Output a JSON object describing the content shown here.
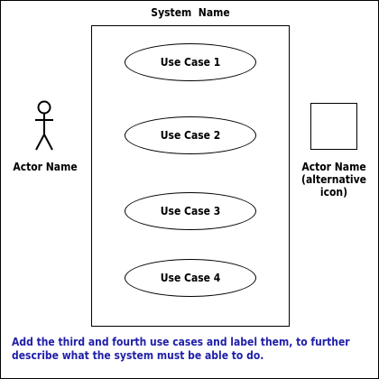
{
  "system": {
    "title": "System  Name"
  },
  "use_cases": [
    {
      "label": "Use Case 1"
    },
    {
      "label": "Use Case 2"
    },
    {
      "label": "Use Case 3"
    },
    {
      "label": "Use Case 4"
    }
  ],
  "actor": {
    "label": "Actor Name",
    "icon": "stick-figure-icon"
  },
  "alt_actor": {
    "label_line1": "Actor Name",
    "label_line2": "(alternative icon)",
    "icon": "square-icon"
  },
  "instruction": {
    "text": "Add the third and fourth use cases and label them, to further describe what the system must be able to do."
  },
  "colors": {
    "instruction_text": "#1f1fa8",
    "line": "#000000",
    "background": "#ffffff"
  }
}
